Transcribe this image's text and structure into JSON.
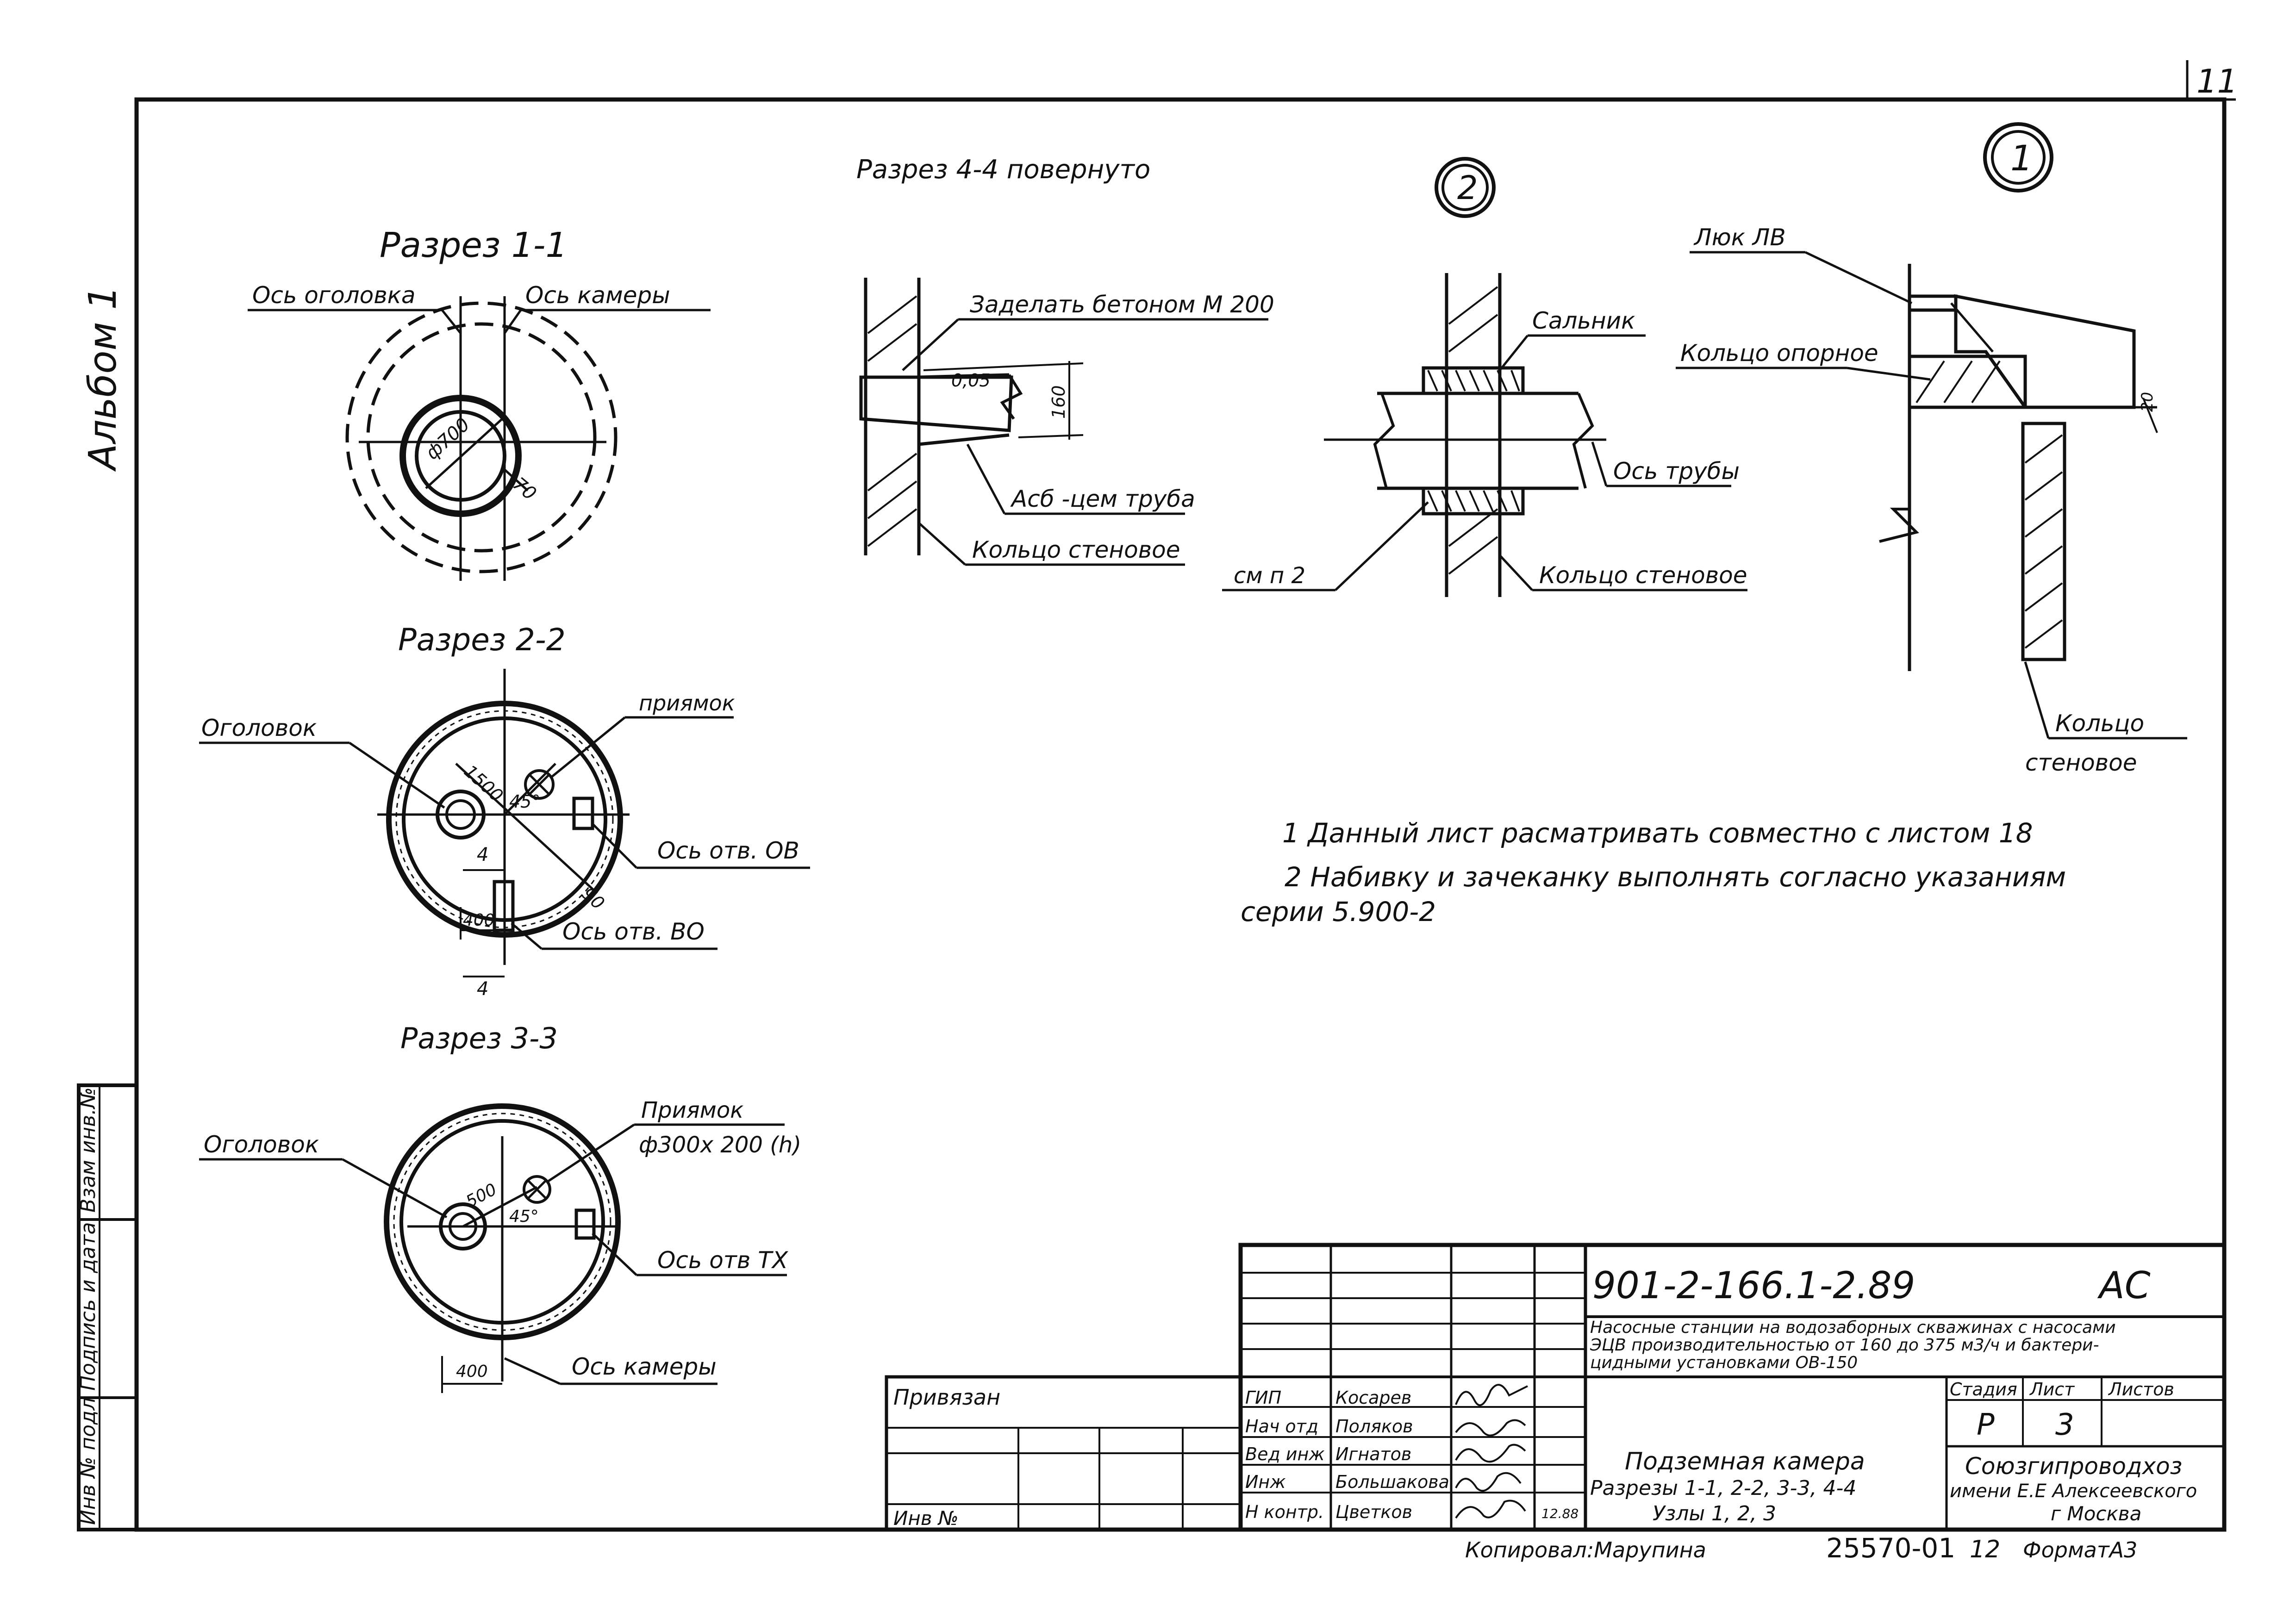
{
  "sheet": {
    "sheet_number": "11",
    "album_label": "Альбом 1",
    "copied_by": "Копировал:Марупина",
    "inventory_stamp": "25570-01",
    "sheet_index": "12",
    "format": "ФорматА3"
  },
  "side_stamp": {
    "cells": [
      "Взам инв.№",
      "Подпись и дата",
      "Инв № подл"
    ]
  },
  "sections": {
    "s11": {
      "title": "Разрез 1-1",
      "label_head_axis": "Ось оголовка",
      "label_chamber_axis": "Ось камеры",
      "dim_diameter": "ф700",
      "dim_offset": "70"
    },
    "s22": {
      "title": "Разрез 2-2",
      "label_head": "Оголовок",
      "label_pit": "приямок",
      "label_ov_axis": "Ось отв. ОВ",
      "label_vo_axis": "Ось отв. ВО",
      "dim_1500": "1500",
      "dim_angle": "45°",
      "dim_4_top": "4",
      "dim_4_bottom": "4",
      "dim_400": "400",
      "dim_90": "90"
    },
    "s33": {
      "title": "Разрез 3-3",
      "label_head": "Оголовок",
      "label_pit": "Приямок",
      "label_pit_size": "ф300х 200 (h)",
      "label_tx_axis": "Ось отв ТХ",
      "label_chamber_axis": "Ось камеры",
      "dim_500": "500",
      "dim_angle": "45°",
      "dim_400": "400"
    },
    "s44": {
      "title": "Разрез 4-4 повернуто",
      "label_concrete": "Заделать бетоном М 200",
      "dim_slope": "0,05",
      "dim_160": "160",
      "label_pipe": "Асб -цем труба",
      "label_wall_ring": "Кольцо стеновое"
    },
    "node2": {
      "number": "2",
      "label_gland": "Сальник",
      "label_pipe_axis": "Ось трубы",
      "label_wall_ring": "Кольцо стеновое",
      "label_see_note": "см п 2"
    },
    "node1": {
      "number": "1",
      "label_hatch": "Люк ЛВ",
      "label_support_ring": "Кольцо опорное",
      "dim_20": "20",
      "label_wall_ring_1": "Кольцо",
      "label_wall_ring_2": "стеновое"
    }
  },
  "notes": {
    "line1": "1 Данный лист расматривать совместно с листом 18",
    "line2": "2 Набивку и зачеканку выполнять согласно указаниям",
    "line3": "серии 5.900-2"
  },
  "title_block": {
    "doc_code": "901-2-166.1-2.89",
    "mark": "АС",
    "project_line1": "Насосные станции на водозаборных скважинах с насосами",
    "project_line2": "ЭЦВ производительностью от 160 до 375 м3/ч и бактери-",
    "project_line3": "цидными установками ОВ-150",
    "bound_label": "Привязан",
    "inv_label": "Инв №",
    "stage_header": "Стадия",
    "sheet_header": "Лист",
    "sheets_header": "Листов",
    "stage": "Р",
    "sheet": "3",
    "sheets": "",
    "drawing_title_1": "Подземная камера",
    "drawing_title_2": "Разрезы 1-1, 2-2, 3-3, 4-4",
    "drawing_title_3": "Узлы 1, 2, 3",
    "org_1": "Союзгипроводхоз",
    "org_2": "имени Е.Е Алексеевского",
    "org_3": "г Москва",
    "signers": [
      {
        "role": "ГИП",
        "name": "Косарев"
      },
      {
        "role": "Нач отд",
        "name": "Поляков"
      },
      {
        "role": "Вед инж",
        "name": "Игнатов"
      },
      {
        "role": "Инж",
        "name": "Большакова"
      },
      {
        "role": "Н контр.",
        "name": "Цветков"
      }
    ],
    "date_stamp": "12.88"
  }
}
